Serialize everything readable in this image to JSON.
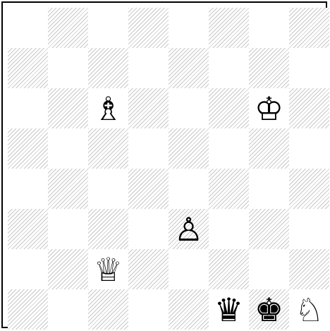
{
  "board": {
    "files": 8,
    "ranks": 8,
    "light_color": "#ffffff",
    "dark_pattern": "diagonal-hatch",
    "pieces": [
      {
        "name": "white-bishop-icon",
        "glyph": "♗",
        "file": 3,
        "rank": 6
      },
      {
        "name": "white-king-icon",
        "glyph": "♔",
        "file": 7,
        "rank": 6
      },
      {
        "name": "white-pawn-icon",
        "glyph": "♙",
        "file": 5,
        "rank": 3
      },
      {
        "name": "white-queen-icon",
        "glyph": "♕",
        "file": 3,
        "rank": 2
      },
      {
        "name": "black-queen-icon",
        "glyph": "♛",
        "file": 6,
        "rank": 1
      },
      {
        "name": "black-king-icon",
        "glyph": "♚",
        "file": 7,
        "rank": 1
      },
      {
        "name": "white-knight-icon",
        "glyph": "♘",
        "file": 8,
        "rank": 1
      }
    ]
  }
}
